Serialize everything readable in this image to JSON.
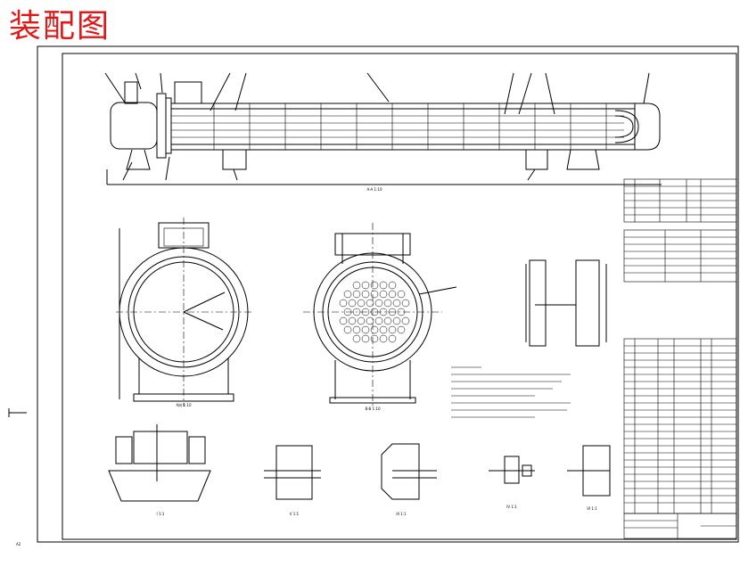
{
  "title": "装配图",
  "colors": {
    "title": "#e01818",
    "line": "#000000"
  },
  "views": {
    "front_label": "A-A 1:10",
    "left_label": "A向 1:10",
    "section_label": "B-B 1:10",
    "detail_labels": [
      "I 1:1",
      "V 1:1",
      "III 1:1",
      "IV 1:1",
      "VI 1:1"
    ]
  },
  "corner_label": "A2"
}
